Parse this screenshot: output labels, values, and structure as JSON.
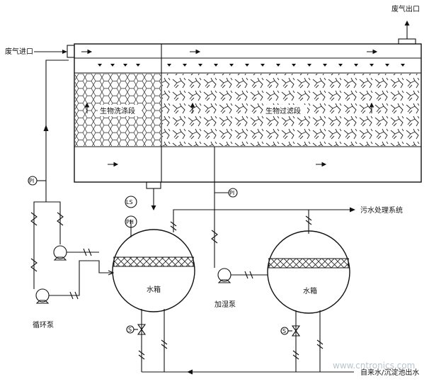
{
  "labels": {
    "exhaust_outlet": "废气出口",
    "exhaust_inlet": "废气进口",
    "bio_washing_section": "生物洗涤段",
    "bio_filter_section": "生物过滤段",
    "water_tank_left": "水箱",
    "water_tank_right": "水箱",
    "circulation_pump": "循环泵",
    "dosing_pump": "加湿泵",
    "sewage_system": "污水处理系统",
    "tap_water_drain": "自来水/沉淀池出水",
    "instrument_pi_left": "PI",
    "instrument_pi_mid": "PI",
    "instrument_ls": "LS",
    "instrument_ph": "PH",
    "valve_s_left": "S",
    "valve_s_right": "S",
    "watermark": "www.cntronics.com"
  },
  "colors": {
    "line": "#111111",
    "packing_fill": "#ffffff",
    "watermark": "#b9c6d0"
  }
}
